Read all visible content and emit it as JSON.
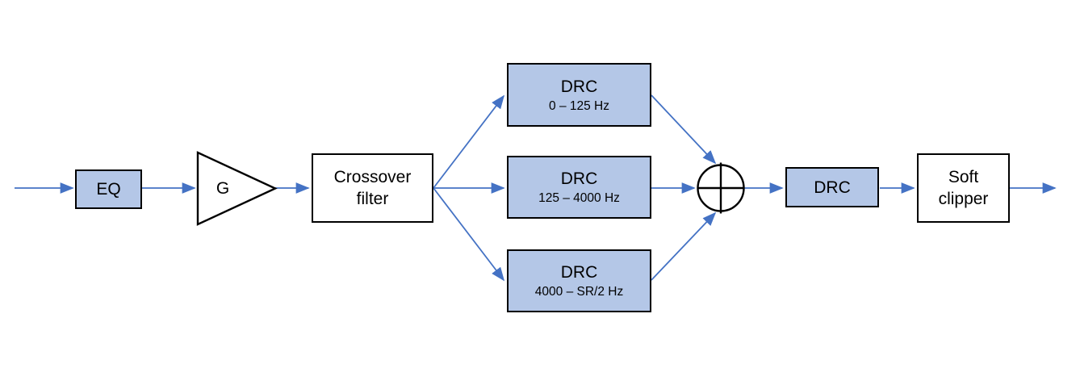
{
  "diagram": {
    "type": "signal-flow-block-diagram",
    "nodes": {
      "eq": {
        "label": "EQ"
      },
      "gain": {
        "label": "G",
        "shape": "triangle-right"
      },
      "crossover": {
        "line1": "Crossover",
        "line2": "filter"
      },
      "drc_low": {
        "title": "DRC",
        "range": "0 – 125 Hz"
      },
      "drc_mid": {
        "title": "DRC",
        "range": "125 – 4000 Hz"
      },
      "drc_high": {
        "title": "DRC",
        "range": "4000 – SR/2 Hz"
      },
      "sum": {
        "symbol": "circle-plus"
      },
      "drc_post": {
        "label": "DRC"
      },
      "soft_clipper": {
        "line1": "Soft",
        "line2": "clipper"
      }
    },
    "connections": [
      "input → eq",
      "eq → gain",
      "gain → crossover",
      "crossover → drc_low",
      "crossover → drc_mid",
      "crossover → drc_high",
      "drc_low → sum",
      "drc_mid → sum",
      "drc_high → sum",
      "sum → drc_post",
      "drc_post → soft_clipper",
      "soft_clipper → output"
    ],
    "colors": {
      "block_fill": "#b4c7e7",
      "block_border": "#000000",
      "white_block_fill": "#ffffff",
      "arrow": "#4472c4",
      "text": "#000000",
      "background": "#ffffff"
    }
  }
}
